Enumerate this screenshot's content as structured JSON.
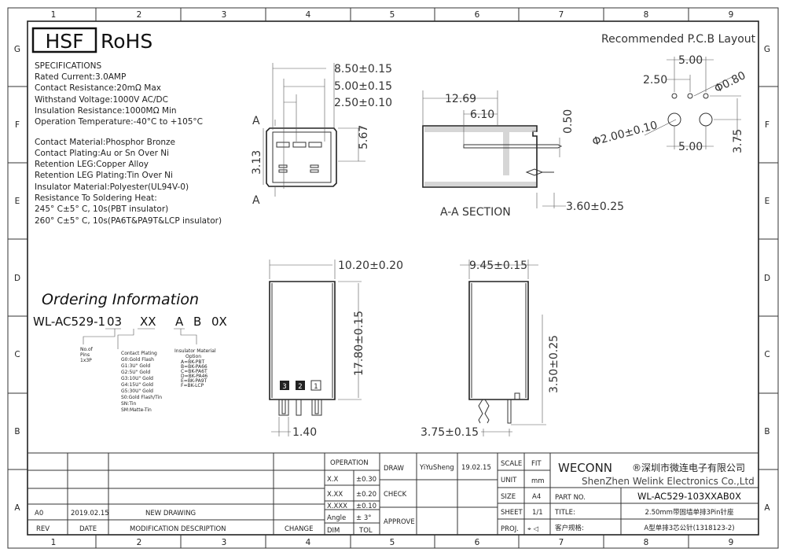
{
  "border": {
    "cols": [
      "1",
      "2",
      "3",
      "4",
      "5",
      "6",
      "7",
      "8",
      "9"
    ],
    "rows": [
      "G",
      "F",
      "E",
      "D",
      "C",
      "B",
      "A"
    ]
  },
  "logo": {
    "hsf": "HSF",
    "rohs": "RoHS"
  },
  "specs": [
    "SPECIFICATIONS",
    "Rated Current:3.0AMP",
    "Contact Resistance:20mΩ Max",
    "Withstand Voltage:1000V AC/DC",
    "Insulation Resistance:1000MΩ Min",
    "Operation Temperature:-40°C to +105°C",
    "Contact Material:Phosphor Bronze",
    "Contact Plating:Au or Sn Over Ni",
    "Retention LEG:Copper Alloy",
    "Retention LEG Plating:Tin Over Ni",
    "Insulator Material:Polyester(UL94V-0)",
    "Resistance To Soldering Heat:",
    "245° C±5° C, 10s(PBT insulator)",
    "260° C±5° C, 10s(PA6T&PA9T&LCP insulator)"
  ],
  "front_view": {
    "dims": [
      "8.50±0.15",
      "5.00±0.15",
      "2.50±0.10",
      "5.67",
      "3.13"
    ],
    "section_mark": "A"
  },
  "section": {
    "dims": [
      "12.69",
      "6.10",
      "0.50",
      "3.60±0.25"
    ],
    "label": "A-A SECTION"
  },
  "pcb": {
    "title": "Recommended P.C.B Layout",
    "dims": [
      "5.00",
      "2.50",
      "Φ0.80",
      "Φ2.00±0.10",
      "5.00",
      "3.75"
    ]
  },
  "side_view": {
    "dims": [
      "10.20±0.20",
      "17.80±0.15",
      "1.40"
    ],
    "pins": [
      "3",
      "2",
      "1"
    ]
  },
  "end_view": {
    "dims": [
      "9.45±0.15",
      "3.50±0.25",
      "3.75±0.15"
    ]
  },
  "ordering": {
    "title": "Ordering Information",
    "code": [
      "WL-AC529-1",
      "03",
      "XX",
      "A",
      "B",
      "0X"
    ],
    "pins": [
      "No.of",
      "Pins",
      "1x3P"
    ],
    "plating": [
      "Contact Plating",
      "G0:Gold Flash",
      "G1:3U\" Gold",
      "G2:5U\" Gold",
      "G3:10U\" Gold",
      "G4:15U\" Gold",
      "G5:30U\" Gold",
      "S0:Gold Flash/Tin",
      "SN:Tin",
      "SM:Matte-Tin"
    ],
    "insulator": [
      "Insulator Material",
      "Option",
      "A=BK-PBT",
      "B=BK-PA66",
      "C=BK-PA6T",
      "D=BK-PA46",
      "E=BK-PA9T",
      "F=BK-LCP"
    ]
  },
  "revision": {
    "rev": "A0",
    "date": "2019.02.15",
    "desc": "NEW DRAWING",
    "headers": [
      "REV",
      "DATE",
      "MODIFICATION DESCRIPTION",
      "CHANGE"
    ]
  },
  "tolerance": {
    "title": "OPERATION",
    "rows": [
      [
        "X.X",
        "±0.30"
      ],
      [
        "X.XX",
        "±0.20"
      ],
      [
        "X.XXX",
        "±0.10"
      ],
      [
        "Angle",
        "± 3°"
      ],
      [
        "DIM",
        "TOL"
      ]
    ]
  },
  "approval": {
    "draw": "DRAW",
    "drawer": "YiYuSheng",
    "date": "19.02.15",
    "check": "CHECK",
    "approve": "APPROVE"
  },
  "sheet": {
    "rows": [
      [
        "SCALE",
        "FIT"
      ],
      [
        "UNIT",
        "mm"
      ],
      [
        "SIZE",
        "A4"
      ],
      [
        "SHEET",
        "1/1"
      ],
      [
        "PROJ.",
        "⌖ ◁"
      ]
    ]
  },
  "company": {
    "brand": "WECONN",
    "cn": "®深圳市微连电子有限公司",
    "en": "ShenZhen Welink Electronics Co.,Ltd"
  },
  "part": {
    "part_label": "PART NO.",
    "part_no": "WL-AC529-103XXAB0X",
    "title_label": "TITLE:",
    "title": "2.50mm带固墙单排3Pin针座",
    "spec_label": "客户规格:",
    "spec": "A型单排3芯公针(1318123-2)"
  }
}
